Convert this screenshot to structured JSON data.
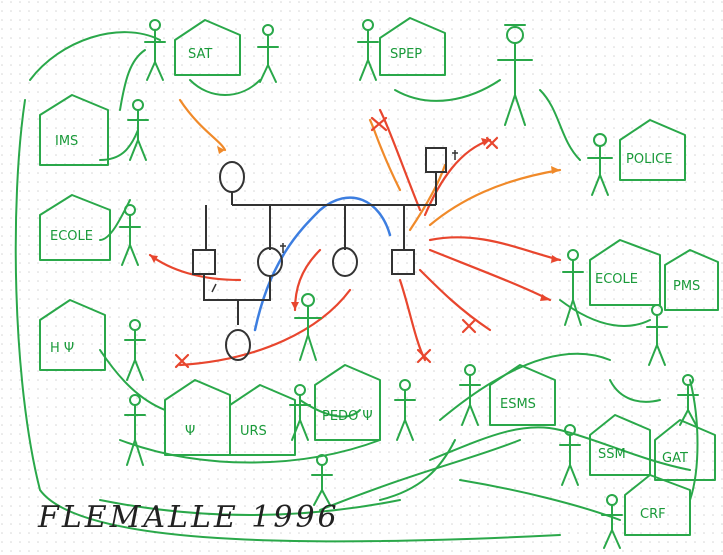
{
  "caption": "FLEMALLE 1996",
  "buildings": {
    "sat": "SAT",
    "spep": "SPEP",
    "ims": "IMS",
    "ecole_left": "ECOLE",
    "police": "POLICE",
    "ecole_right": "ECOLE",
    "pms": "PMS",
    "hpsi": "H Ψ",
    "psi": "Ψ",
    "urs": "URS",
    "pedo_psi": "PEDO Ψ",
    "esms": "ESMS",
    "ssm": "SSM",
    "gat": "GAT",
    "crf": "CRF"
  },
  "colors": {
    "paper": "#ffffff",
    "dots": "#d9d9d9",
    "green": "#2aa84a",
    "red": "#e8462e",
    "orange": "#f08a2a",
    "blue": "#3d7ee0",
    "genogram": "#333333"
  }
}
